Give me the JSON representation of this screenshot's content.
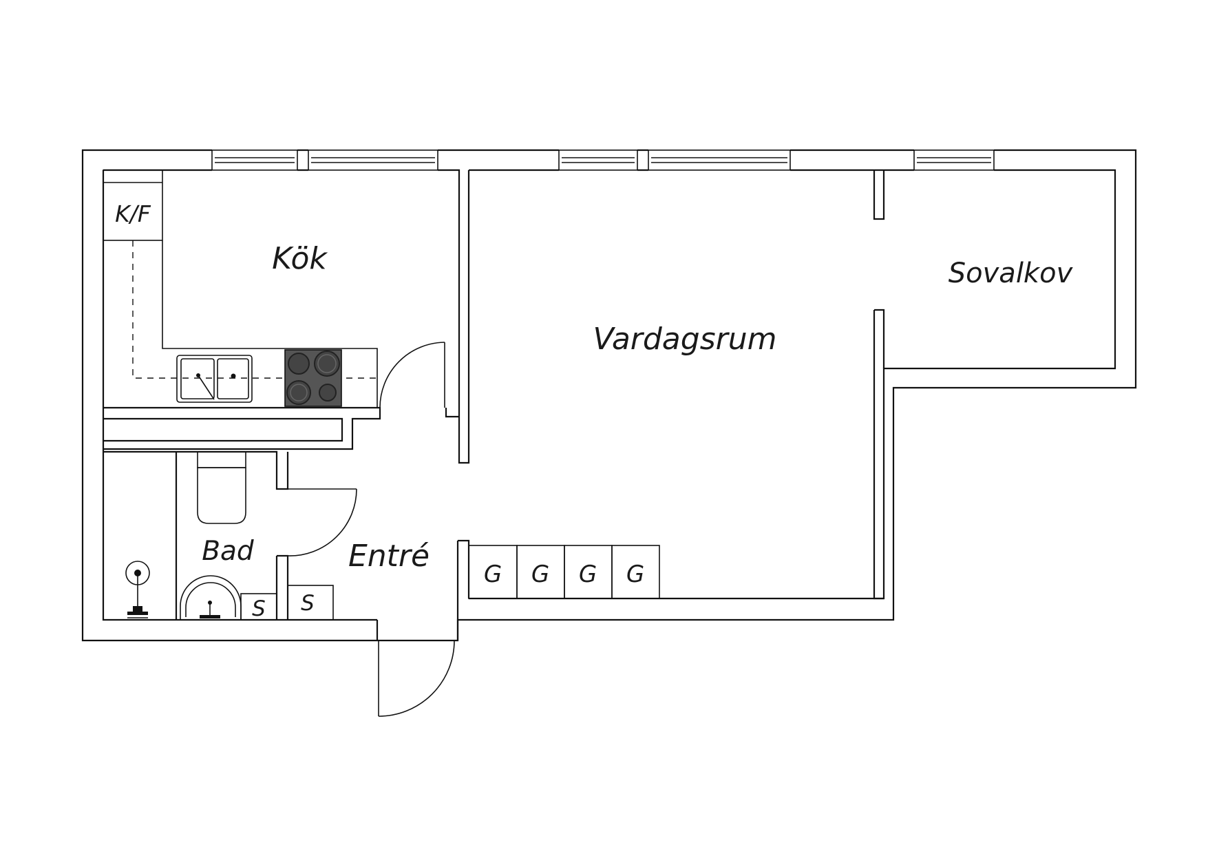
{
  "rooms": {
    "kok": "Kök",
    "vardagsrum": "Vardagsrum",
    "sovalkov": "Sovalkov",
    "bad": "Bad",
    "entre": "Entré"
  },
  "fixtures": {
    "kf": "K/F",
    "s_bad": "S",
    "s_entre": "S",
    "g": [
      "G",
      "G",
      "G",
      "G"
    ]
  },
  "colors": {
    "wall": "#111111",
    "stove": "#555555",
    "background": "#ffffff"
  }
}
